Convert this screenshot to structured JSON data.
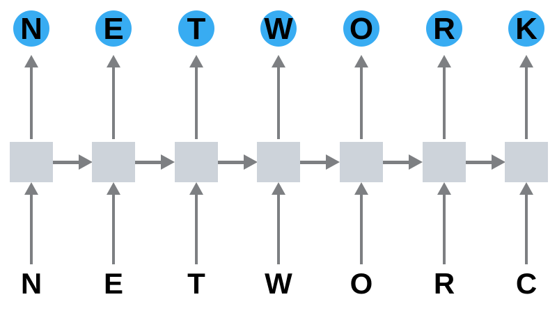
{
  "diagram": {
    "columns": [
      {
        "input_letter": "N",
        "output_letter": "N"
      },
      {
        "input_letter": "E",
        "output_letter": "E"
      },
      {
        "input_letter": "T",
        "output_letter": "T"
      },
      {
        "input_letter": "W",
        "output_letter": "W"
      },
      {
        "input_letter": "O",
        "output_letter": "O"
      },
      {
        "input_letter": "R",
        "output_letter": "R"
      },
      {
        "input_letter": "C",
        "output_letter": "K"
      }
    ],
    "colors": {
      "circle_fill": "#38acf2",
      "square_fill": "#cdd3da",
      "arrow": "#7d7f82",
      "letter": "#000000",
      "background": "#ffffff"
    }
  }
}
